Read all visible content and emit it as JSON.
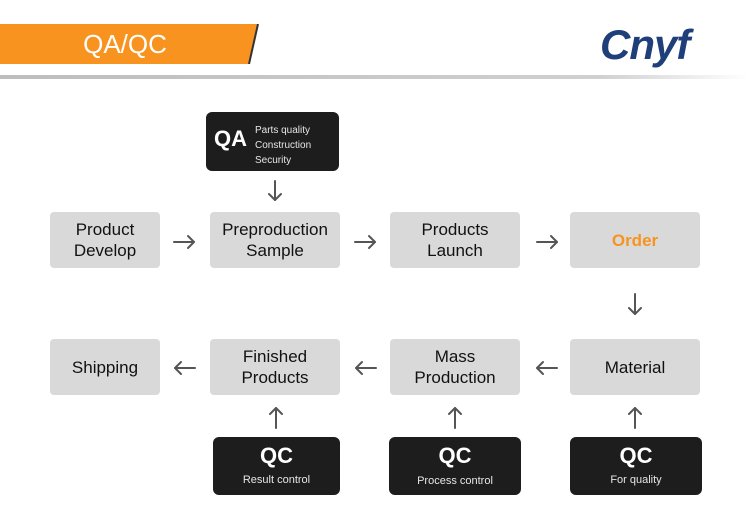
{
  "header": {
    "title": "QA/QC",
    "brand_color": "#f7931e"
  },
  "logo": {
    "text": "Cnyf",
    "color": "#1f3f7a"
  },
  "qa_badge": {
    "big": "QA",
    "lines": [
      "Parts quality",
      "Construction",
      "Security"
    ]
  },
  "steps": {
    "product_develop": "Product Develop",
    "preproduction_sample": "Preproduction Sample",
    "products_launch": "Products Launch",
    "order": "Order",
    "material": "Material",
    "mass_production": "Mass Production",
    "finished_products": "Finished Products",
    "shipping": "Shipping"
  },
  "qc_badges": {
    "result": {
      "big": "QC",
      "sub": "Result control"
    },
    "process": {
      "big": "QC",
      "sub": "Process control"
    },
    "quality": {
      "big": "QC",
      "sub": "For quality"
    }
  },
  "colors": {
    "step_fill": "#d9d9d9",
    "highlight": "#f7931e",
    "badge_fill": "#1d1d1d",
    "arrow": "#555555"
  }
}
